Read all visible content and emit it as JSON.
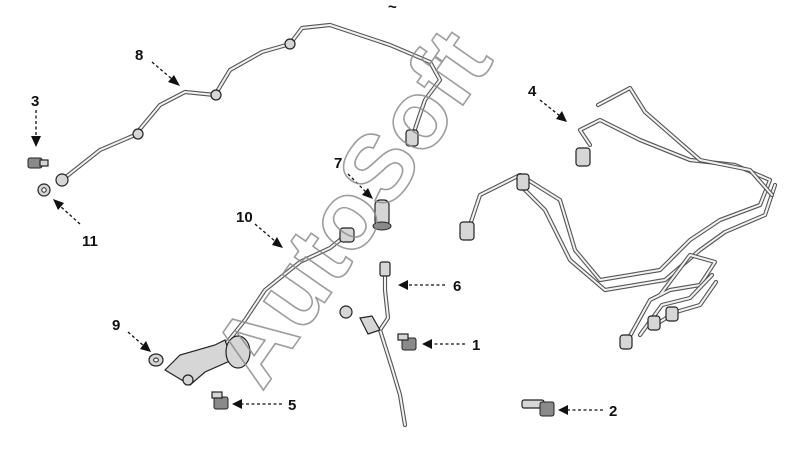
{
  "watermark": "AutoSoft",
  "top_mark": "~",
  "callouts": [
    {
      "id": "1",
      "label": "1"
    },
    {
      "id": "2",
      "label": "2"
    },
    {
      "id": "3",
      "label": "3"
    },
    {
      "id": "4",
      "label": "4"
    },
    {
      "id": "5",
      "label": "5"
    },
    {
      "id": "6",
      "label": "6"
    },
    {
      "id": "7",
      "label": "7"
    },
    {
      "id": "8",
      "label": "8"
    },
    {
      "id": "9",
      "label": "9"
    },
    {
      "id": "10",
      "label": "10"
    },
    {
      "id": "11",
      "label": "11"
    }
  ],
  "colors": {
    "line": "#111111",
    "pipe": "#555555",
    "part_fill": "#d6d6d6",
    "watermark": "#8c8c8c"
  }
}
